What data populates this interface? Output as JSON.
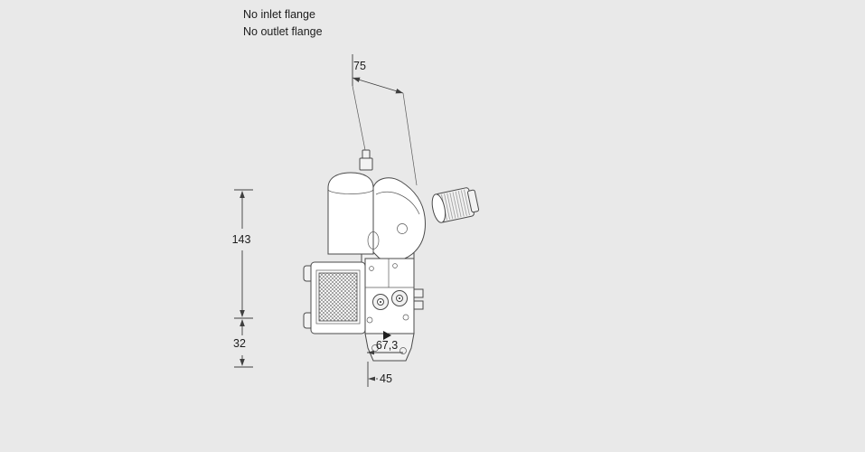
{
  "diagram": {
    "type": "technical-dimension-drawing",
    "subject": "gas valve with actuator",
    "colors": {
      "background": "#e9e9e9",
      "line": "#4a4a4a",
      "text": "#1c1c1c"
    },
    "notes": {
      "inlet": "No inlet flange",
      "outlet": "No outlet flange"
    },
    "dimensions": {
      "top_width": "75",
      "body_height": "143",
      "base_height": "32",
      "depth": "67,3",
      "base_width": "45"
    }
  }
}
